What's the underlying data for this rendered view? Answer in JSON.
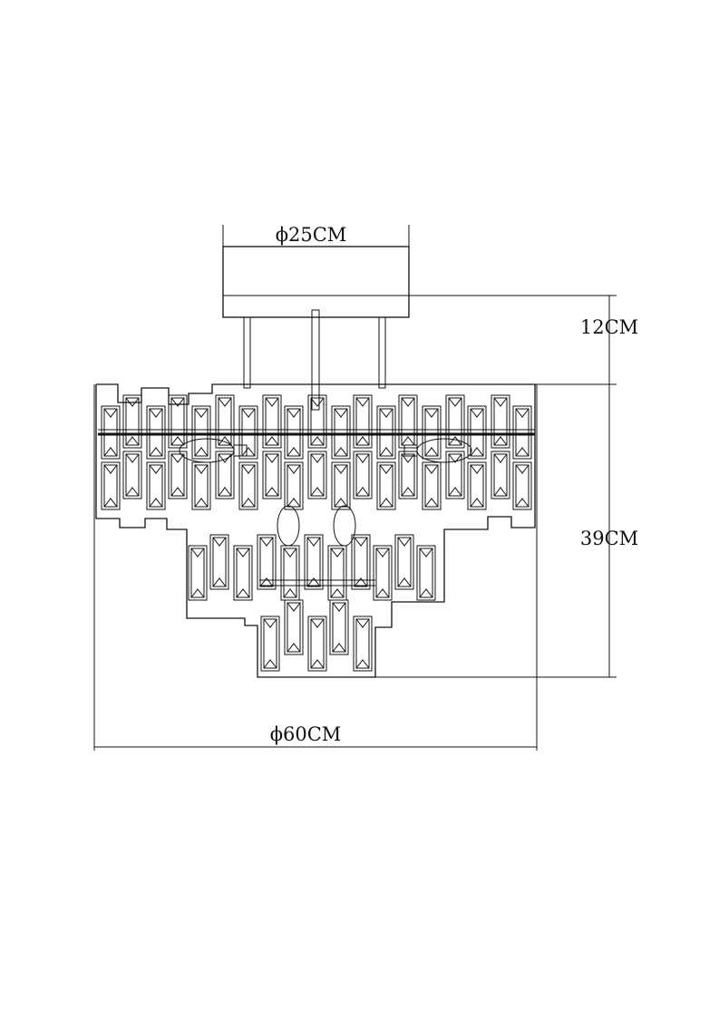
{
  "dimensions": {
    "canopy_diameter": "ϕ25CM",
    "canopy_height": "12CM",
    "body_height": "39CM",
    "body_diameter": "ϕ60CM"
  },
  "colors": {
    "line": "#111111",
    "background": "#ffffff"
  }
}
